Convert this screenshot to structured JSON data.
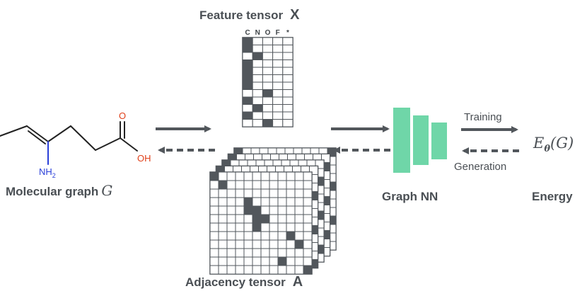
{
  "molecule": {
    "title": "Molecular graph",
    "symbol": "G",
    "atom_labels": {
      "oxygen": "O",
      "hydroxyl": "OH",
      "amine": "NH",
      "amine_subscript": "2"
    },
    "colors": {
      "bond": "#222222",
      "oxygen": "#e0401a",
      "nitrogen": "#2a3fd8"
    }
  },
  "feature_tensor": {
    "title": "Feature tensor",
    "symbol": "X",
    "columns": [
      "C",
      "N",
      "O",
      "F",
      "*"
    ],
    "one_hot_column_per_row": [
      0,
      0,
      1,
      0,
      0,
      0,
      0,
      2,
      0,
      1,
      0,
      2
    ],
    "fill_color": "#52575c"
  },
  "adjacency_tensor": {
    "title": "Adjacency tensor",
    "symbol": "A",
    "size": 12,
    "layers": 5,
    "front_filled_cells": [
      [
        0,
        0
      ],
      [
        1,
        1
      ],
      [
        3,
        4
      ],
      [
        4,
        4
      ],
      [
        4,
        5
      ],
      [
        5,
        5
      ],
      [
        5,
        6
      ],
      [
        6,
        5
      ],
      [
        7,
        9
      ],
      [
        8,
        10
      ],
      [
        10,
        8
      ],
      [
        11,
        11
      ]
    ],
    "fill_color": "#52575c"
  },
  "model": {
    "title": "Graph NN",
    "color": "#6fd6a8"
  },
  "energy": {
    "title": "Energy",
    "expression": "E",
    "param": "θ",
    "arg": "(G)"
  },
  "flows": {
    "training": "Training",
    "generation": "Generation"
  },
  "colors": {
    "arrow": "#52575c",
    "text": "#4a4f54"
  }
}
